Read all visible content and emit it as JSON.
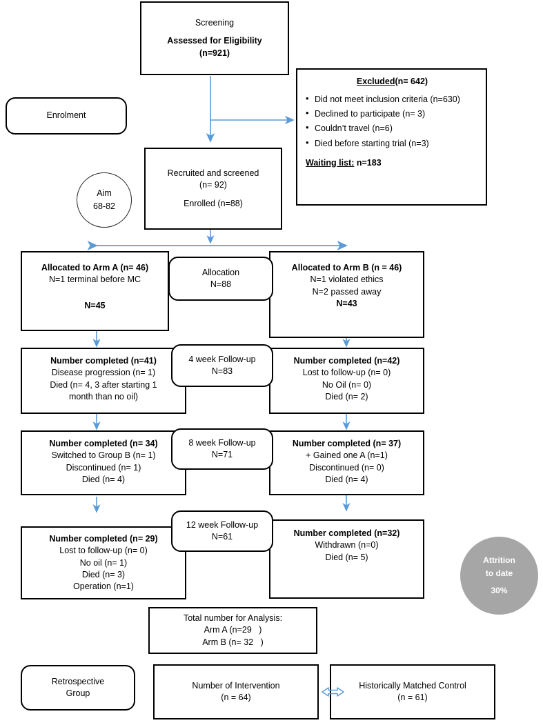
{
  "colors": {
    "arrow": "#5B9BD5",
    "border": "#000000",
    "attrition_fill": "#A6A6A6",
    "page_bg": "#FFFFFF"
  },
  "screening": {
    "title": "Screening",
    "line2": "Assessed for Eligibility",
    "line3": "(n=921)"
  },
  "excluded": {
    "header_label": "Excluded",
    "header_count": "(n= 642)",
    "items": [
      "Did not meet inclusion criteria (n=630)",
      "Declined to participate (n= 3)",
      "Couldn’t travel (n=6)",
      "Died before starting trial (n=3)"
    ],
    "waiting_label": "Waiting list:",
    "waiting_value": "n=183"
  },
  "enrolment": {
    "label": "Enrolment"
  },
  "aim": {
    "line1": "Aim",
    "line2": "68-82"
  },
  "recruited": {
    "line1": "Recruited and screened",
    "line2": "(n= 92)",
    "line3": "Enrolled (n=88)"
  },
  "allocation": {
    "stage_label": "Allocation",
    "stage_n": "N=88",
    "arm_a": {
      "title": "Allocated to Arm A (n= 46)",
      "line2": "N=1 terminal before MC",
      "total": "N=45"
    },
    "arm_b": {
      "title": "Allocated to Arm B (n = 46)",
      "line2": "N=1 violated ethics",
      "line3": "N=2 passed away",
      "total": "N=43"
    }
  },
  "followups": [
    {
      "stage_label": "4 week Follow-up",
      "stage_n": "N=83",
      "left": {
        "title": "Number completed (n=41)",
        "lines": [
          "Disease progression (n= 1)",
          "Died (n= 4, 3 after starting 1",
          "month than no oil)"
        ]
      },
      "right": {
        "title": "Number completed (n=42)",
        "lines": [
          "Lost to follow-up (n= 0)",
          "No Oil (n= 0)",
          "Died (n= 2)"
        ]
      }
    },
    {
      "stage_label": "8 week Follow-up",
      "stage_n": "N=71",
      "left": {
        "title": "Number completed (n= 34)",
        "lines": [
          "Switched to Group B (n= 1)",
          "Discontinued (n= 1)",
          "Died (n= 4)"
        ]
      },
      "right": {
        "title": "Number completed (n= 37)",
        "lines": [
          "+ Gained one A (n=1)",
          "Discontinued (n= 0)",
          "Died (n= 4)"
        ]
      }
    },
    {
      "stage_label": "12 week Follow-up",
      "stage_n": "N=61",
      "left": {
        "title": "Number completed (n= 29)",
        "lines": [
          "Lost to follow-up (n= 0)",
          "No oil (n= 1)",
          "Died (n= 3)",
          "Operation (n=1)"
        ]
      },
      "right": {
        "title": "Number completed (n=32)",
        "lines": [
          "Withdrawn (n=0)",
          "Died (n= 5)"
        ]
      }
    }
  ],
  "analysis": {
    "title": "Total number for Analysis:",
    "arm_a": "Arm A (n=29   )",
    "arm_b": "Arm B (n= 32   )"
  },
  "attrition": {
    "line1": "Attrition",
    "line2": "to date",
    "line3": "30%"
  },
  "retrospective": {
    "label_line1": "Retrospective",
    "label_line2": "Group",
    "intervention_line1": "Number of Intervention",
    "intervention_line2": "(n = 64)",
    "control_line1": "Historically Matched Control",
    "control_line2": "(n = 61)"
  }
}
